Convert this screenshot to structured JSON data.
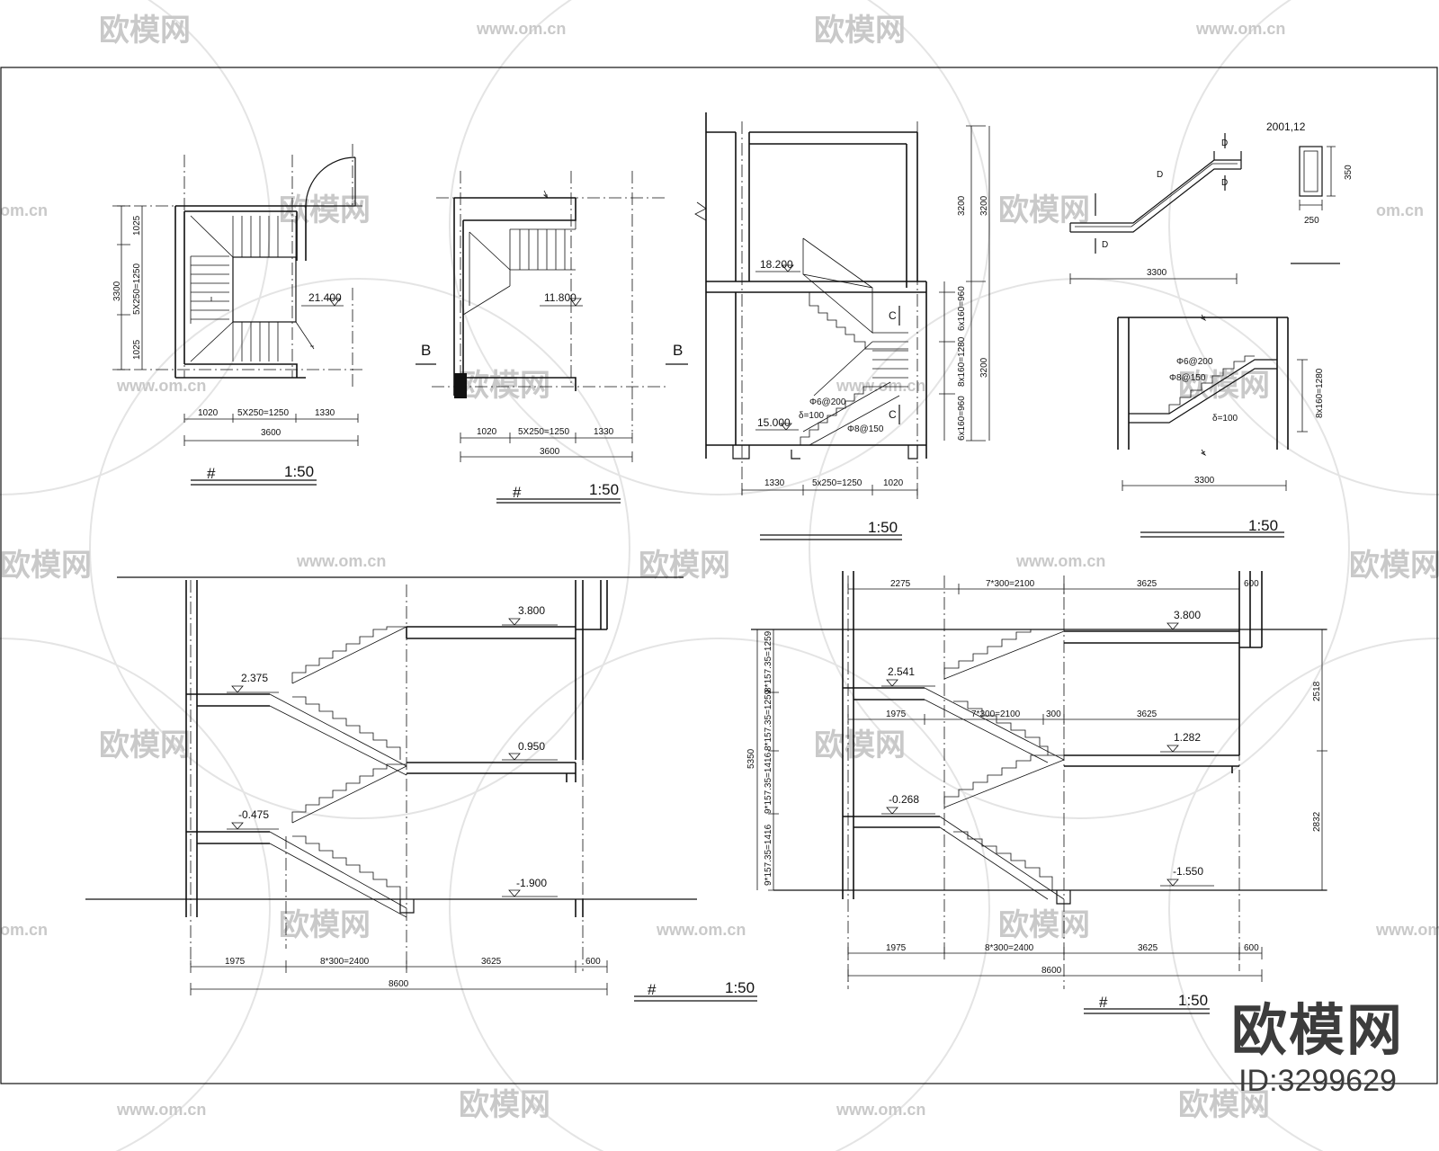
{
  "watermark": {
    "logo_text": "欧模网",
    "site_text": "www.om.cn",
    "short_text": "om.cn"
  },
  "brand": {
    "logo": "欧模网",
    "id_label": "ID:3299629"
  },
  "drawing": {
    "plan1": {
      "dims_v": [
        "1025",
        "5X250=1250",
        "1025",
        "3300"
      ],
      "dims_h": [
        "1020",
        "5X250=1250",
        "1330",
        "3600"
      ],
      "level": "21.400",
      "title_mark": "#",
      "scale": "1:50"
    },
    "plan2": {
      "dims_h": [
        "1020",
        "5X250=1250",
        "1330",
        "3600"
      ],
      "level": "11.800",
      "section_left": "B",
      "section_right": "B",
      "title_mark": "#",
      "scale": "1:50"
    },
    "section_b": {
      "levels": [
        "18.200",
        "15.000"
      ],
      "dims_h": [
        "1330",
        "5x250=1250",
        "1020"
      ],
      "dims_v": [
        "3200",
        "3200",
        "6x160=960",
        "8x160=1280",
        "6x160=960",
        "3200"
      ],
      "rebar": [
        "Φ6@200",
        "δ=100",
        "Φ8@150"
      ],
      "cut_label": "C",
      "scale": "1:50"
    },
    "detail_beam": {
      "label": "2001,12",
      "dims": [
        "350",
        "250"
      ],
      "span": "3300",
      "cut_label": "D"
    },
    "detail_slab": {
      "rebar": [
        "Φ6@200",
        "Φ8@150",
        "δ=100"
      ],
      "vdim": "8x160=1280",
      "span": "3300",
      "scale": "1:50"
    },
    "section_left": {
      "levels": [
        "3.800",
        "2.375",
        "0.950",
        "-0.475",
        "-1.900"
      ],
      "dims_h": [
        "1975",
        "8*300=2400",
        "3625",
        "600",
        "8600"
      ],
      "title_mark": "#",
      "scale": "1:50"
    },
    "section_right": {
      "levels": [
        "3.800",
        "2.541",
        "1.282",
        "-0.268",
        "-1.550"
      ],
      "dims_top": [
        "2275",
        "7*300=2100",
        "3625",
        "600"
      ],
      "dims_mid": [
        "1975",
        "7*300=2100",
        "300",
        "3625"
      ],
      "dims_bottom": [
        "1975",
        "8*300=2400",
        "3625",
        "600",
        "8600"
      ],
      "dims_left": [
        "9*157.35=1416",
        "9*157.35=1416",
        "5350",
        "8*157.35=1259",
        "8*157.35=1259"
      ],
      "dims_right": [
        "2518",
        "2832"
      ],
      "title_mark": "#",
      "scale": "1:50"
    }
  }
}
